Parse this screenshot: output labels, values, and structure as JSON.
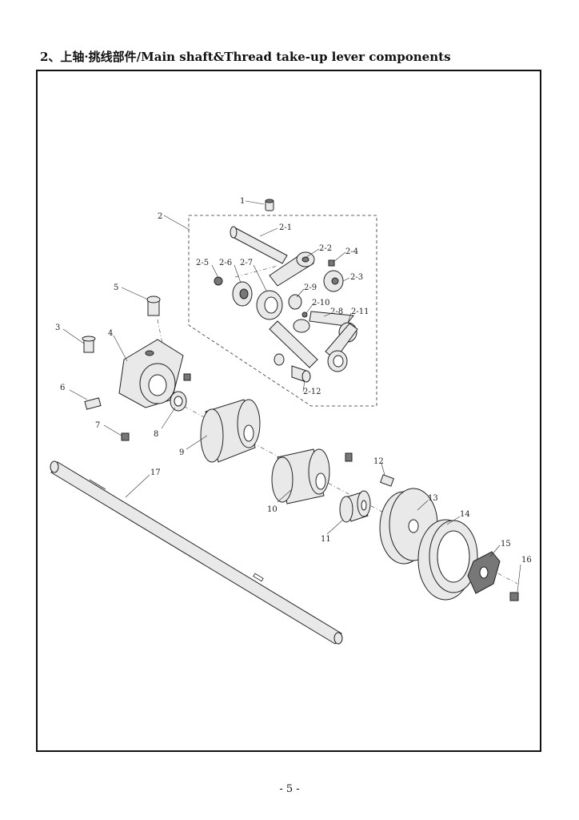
{
  "heading": "2、上轴·挑线部件/Main shaft&Thread take-up lever components",
  "page_number": "- 5 -",
  "callouts": {
    "c1": "1",
    "c2": "2",
    "c2_1": "2-1",
    "c2_2": "2-2",
    "c2_3": "2-3",
    "c2_4": "2-4",
    "c2_5": "2-5",
    "c2_6": "2-6",
    "c2_7": "2-7",
    "c2_8": "2-8",
    "c2_9": "2-9",
    "c2_10": "2-10",
    "c2_11": "2-11",
    "c2_12": "2-12",
    "c3": "3",
    "c4": "4",
    "c5": "5",
    "c6": "6",
    "c7": "7",
    "c8": "8",
    "c9": "9",
    "c10": "10",
    "c11": "11",
    "c12": "12",
    "c13": "13",
    "c14": "14",
    "c15": "15",
    "c16": "16",
    "c17": "17"
  }
}
